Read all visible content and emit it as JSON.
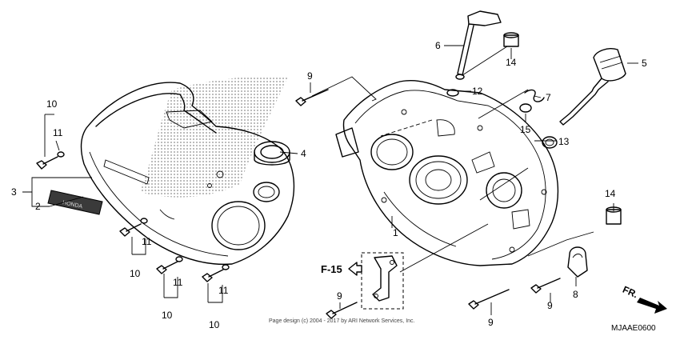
{
  "callouts": {
    "c1": "1",
    "c2": "2",
    "c3": "3",
    "c4": "4",
    "c5": "5",
    "c6": "6",
    "c7": "7",
    "c8": "8",
    "c9a": "9",
    "c9b": "9",
    "c9c": "9",
    "c9d": "9",
    "c10a": "10",
    "c10b": "10",
    "c10c": "10",
    "c10d": "10",
    "c11a": "11",
    "c11b": "11",
    "c11c": "11",
    "c11d": "11",
    "c12": "12",
    "c13": "13",
    "c14a": "14",
    "c14b": "14",
    "c15": "15"
  },
  "reference": {
    "section_ref": "F-15",
    "direction": "FR.",
    "diagram_code": "MJAAE0600"
  },
  "emblem_text": "HONDA",
  "copyright": "Page design (c) 2004 - 2017 by ARI Network Services, Inc.",
  "colors": {
    "ink": "#000000",
    "dot_fill": "#9a9a9a"
  }
}
